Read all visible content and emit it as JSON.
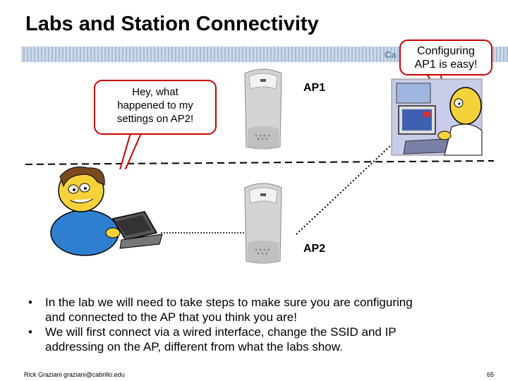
{
  "slide": {
    "title": "Labs and Station Connectivity",
    "banner_text": "Ca",
    "bubble_left": [
      "Hey, what",
      "happened to my",
      "settings on AP2!"
    ],
    "bubble_right": [
      "Configuring",
      "AP1 is easy!"
    ],
    "ap1_label": "AP1",
    "ap2_label": "AP2",
    "bullets": [
      [
        "In the lab we will need to take steps to make sure you are configuring",
        "and connected to the AP that you think you are!"
      ],
      [
        "We will first connect via a wired interface, change the SSID and IP",
        "addressing on the AP, different from what the labs show."
      ]
    ],
    "bullet_glyph": "•",
    "footer_left": "Rick Graziani  graziani@cabrillo.edu",
    "footer_right": "65"
  },
  "colors": {
    "bubble_border": "#cc0000",
    "banner": "#9fb6cf",
    "ap_body": "#cfd0d2"
  },
  "icons": [
    "access-point-icon",
    "person-with-laptop-icon",
    "person-at-computer-icon"
  ]
}
